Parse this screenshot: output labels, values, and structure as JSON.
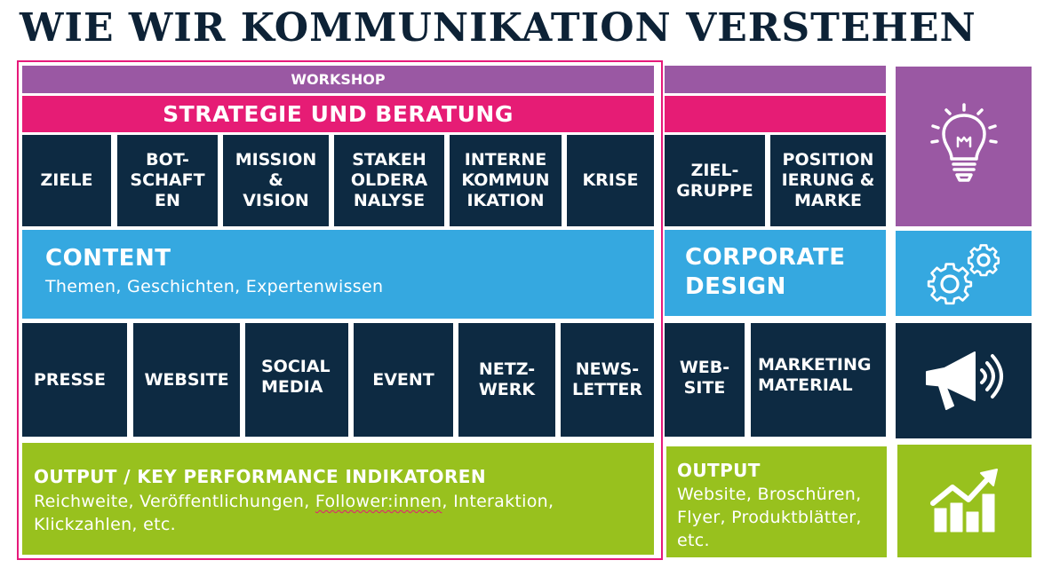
{
  "title": "WIE WIR KOMMUNIKATION VERSTEHEN",
  "workshop": "WORKSHOP",
  "strategie": "STRATEGIE UND BERATUNG",
  "strategy_boxes": [
    "ZIELE",
    "BOT-\nSCHAFT\nEN",
    "MISSION\n&\nVISION",
    "STAKEH\nOLDERA\nNALYSE",
    "INTERNE\nKOMMUN\nIKATION",
    "KRISE"
  ],
  "right_strategy_boxes": [
    "ZIEL-\nGRUPPE",
    "POSITION\nIERUNG &\nMARKE"
  ],
  "content": {
    "heading": "CONTENT",
    "text": "Themen, Geschichten, Expertenwissen"
  },
  "corporate_design": {
    "heading": "CORPORATE\nDESIGN"
  },
  "channel_boxes": [
    "PRESSE",
    "WEBSITE",
    "SOCIAL\nMEDIA",
    "EVENT",
    "NETZ-\nWERK",
    "NEWS-\nLETTER"
  ],
  "right_channel_boxes": [
    "WEB-\nSITE",
    "MARKETING\nMATERIAL"
  ],
  "output_left": {
    "heading": "OUTPUT / KEY PERFORMANCE INDIKATOREN",
    "text_part1": "Reichweite, Veröffentlichungen, ",
    "text_highlight": "Follower:innen",
    "text_part2": ", Interaktion,\nKlickzahlen, etc."
  },
  "output_right": {
    "heading": "OUTPUT",
    "text": "Website, Broschüren,\nFlyer, Produktblätter,\netc."
  },
  "icons": [
    "lightbulb-icon",
    "gears-icon",
    "megaphone-icon",
    "growth-chart-icon"
  ],
  "colors": {
    "navy": "#0d2a42",
    "purple": "#9a58a3",
    "pink": "#e61c75",
    "blue": "#35a8e0",
    "green": "#98c11e",
    "frame": "#e6197a"
  }
}
